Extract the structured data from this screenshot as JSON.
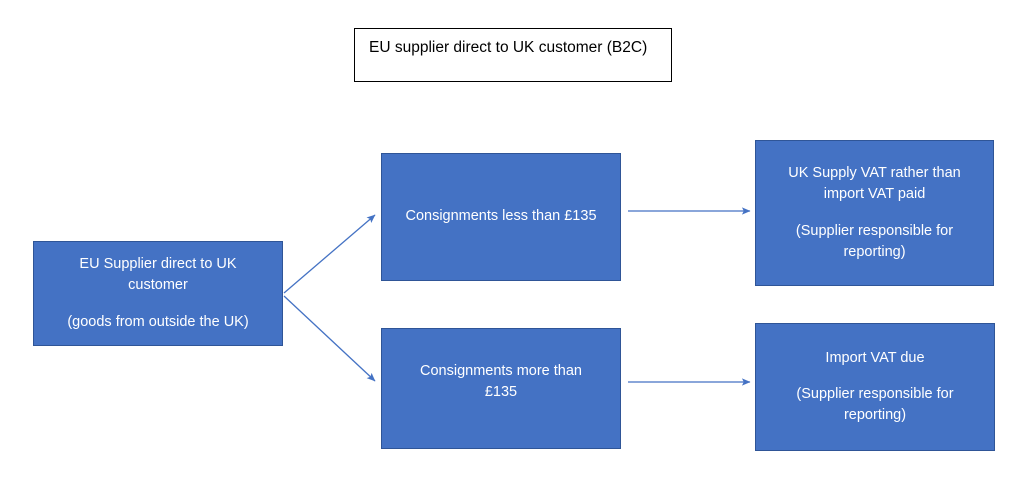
{
  "title_box": {
    "text": "EU supplier direct to UK customer (B2C)"
  },
  "colors": {
    "box_fill": "#4472C4",
    "box_border": "#2F5597",
    "box_text": "#FFFFFF",
    "connector": "#4472C4",
    "title_border": "#000000",
    "background": "#FFFFFF"
  },
  "nodes": {
    "source": {
      "line1": "EU Supplier direct to UK",
      "line2": "customer",
      "line3": "(goods from outside the UK)"
    },
    "under_135": {
      "line1": "Consignments less than £135"
    },
    "over_135": {
      "line1": "Consignments more than",
      "line2": "£135"
    },
    "uk_supply": {
      "line1": "UK Supply VAT rather than",
      "line2": "import VAT paid",
      "line3": "(Supplier responsible for",
      "line4": "reporting)"
    },
    "import_vat": {
      "line1": "Import VAT due",
      "line2": "(Supplier responsible for",
      "line3": "reporting)"
    }
  },
  "connectors": [
    {
      "name": "source-to-under-135",
      "label": ""
    },
    {
      "name": "source-to-over-135",
      "label": ""
    },
    {
      "name": "under-135-to-uk-supply",
      "label": ""
    },
    {
      "name": "over-135-to-import-vat",
      "label": ""
    }
  ]
}
